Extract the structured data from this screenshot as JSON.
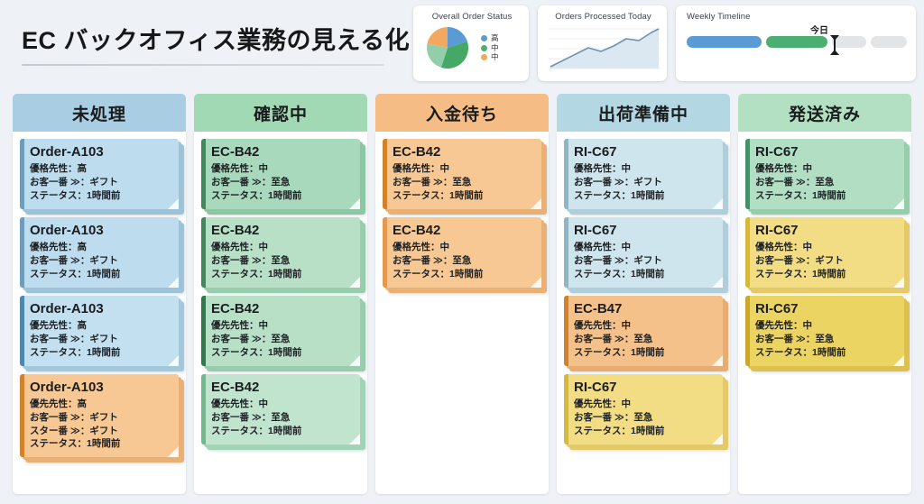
{
  "header": {
    "title": "EC バックオフィス業務の見える化"
  },
  "widgets": {
    "order_status": {
      "title": "Overall Order Status",
      "legend": [
        {
          "label": "高",
          "color": "#5b9bd5"
        },
        {
          "label": "中",
          "color": "#4caf72"
        },
        {
          "label": "中",
          "color": "#f0a95a"
        }
      ]
    },
    "orders_today": {
      "title": "Orders Processed Today"
    },
    "timeline": {
      "title": "Weekly Timeline",
      "today_label": "今日",
      "segments": [
        {
          "color": "#5b9bd5",
          "width": 83
        },
        {
          "color": "#4caf72",
          "width": 69
        },
        {
          "color": "#e2e4e6",
          "width": 38
        },
        {
          "color": "#e2e4e6",
          "width": 40
        }
      ]
    }
  },
  "chart_data": [
    {
      "type": "pie",
      "title": "Overall Order Status",
      "labels": [
        "高",
        "中",
        "中",
        "中"
      ],
      "values": [
        28,
        30,
        25,
        17
      ],
      "colors": [
        "#5b9bd5",
        "#45a864",
        "#93ceaa",
        "#f3a košt"
      ],
      "legend_position": "right"
    },
    {
      "type": "area",
      "title": "Orders Processed Today",
      "x": [
        0,
        1,
        2,
        3,
        4,
        5,
        6,
        7,
        8,
        9
      ],
      "values": [
        4,
        14,
        26,
        38,
        30,
        40,
        56,
        70,
        64,
        86
      ],
      "xlabel": "",
      "ylabel": "",
      "ylim": [
        0,
        100
      ],
      "grid": true,
      "line_color": "#6a93b4",
      "fill_color": "#dbe8f2"
    }
  ],
  "board": {
    "columns": [
      {
        "title": "未処理",
        "header_color": "#a9cde3",
        "cards": [
          {
            "title": "Order-A103",
            "lines": [
              "優格先性：高",
              "お客一番 ≫：ギフト",
              "ステータス：1時間前"
            ],
            "bg": "#bddcee",
            "edge": "#6f9cb8",
            "stack": "#9cc3d8"
          },
          {
            "title": "Order-A103",
            "lines": [
              "優格先性：高",
              "お客一番 ≫：ギフト",
              "ステータス：1時間前"
            ],
            "bg": "#bddcee",
            "edge": "#6f9cb8",
            "stack": "#9cc3d8"
          },
          {
            "title": "Order-A103",
            "lines": [
              "優先先性：高",
              "お客一番 ≫：ギフト",
              "ステータス：1時間前"
            ],
            "bg": "#c3e0f0",
            "edge": "#4f87ac",
            "stack": "#a2c8dc"
          },
          {
            "title": "Order-A103",
            "lines": [
              "優先先性：高",
              "お客一番 ≫：ギフト",
              "スター番 ≫：ギフト",
              "ステータス：1時間前"
            ],
            "bg": "#f7c893",
            "edge": "#d4812c",
            "stack": "#e8b075"
          }
        ]
      },
      {
        "title": "確認中",
        "header_color": "#a2d9b5",
        "cards": [
          {
            "title": "EC-B42",
            "lines": [
              "優格先性：中",
              "お客一番 ≫：至急",
              "ステータス：1時間前"
            ],
            "bg": "#a9d9bc",
            "edge": "#3f8a5c",
            "stack": "#8cc6a3"
          },
          {
            "title": "EC-B42",
            "lines": [
              "優格先性：中",
              "お客一番 ≫：至急",
              "ステータス：1時間前"
            ],
            "bg": "#b7e0c7",
            "edge": "#3f8a5c",
            "stack": "#97cdac"
          },
          {
            "title": "EC-B42",
            "lines": [
              "優先先性：中",
              "お客一番 ≫：至急",
              "ステータス：1時間前"
            ],
            "bg": "#b7e0c7",
            "edge": "#2f7a4d",
            "stack": "#97cdac"
          },
          {
            "title": "EC-B42",
            "lines": [
              "優先先性：中",
              "お客一番 ≫：至急",
              "ステータス：1時間前"
            ],
            "bg": "#c0e4ce",
            "edge": "#6fb98d",
            "stack": "#a3d3b6"
          }
        ]
      },
      {
        "title": "入金待ち",
        "header_color": "#f5bd85",
        "cards": [
          {
            "title": "EC-B42",
            "lines": [
              "優格先性：中",
              "お客一番 ≫：至急",
              "ステータス：1時間前"
            ],
            "bg": "#f7c893",
            "edge": "#d4812c",
            "stack": "#e8b075"
          },
          {
            "title": "EC-B42",
            "lines": [
              "優格先性：中",
              "お客一番 ≫：至急",
              "ステータス：1時間前"
            ],
            "bg": "#f7c893",
            "edge": "#e39a4f",
            "stack": "#e8b075"
          }
        ]
      },
      {
        "title": "出荷準備中",
        "header_color": "#b4d8e3",
        "cards": [
          {
            "title": "RI-C67",
            "lines": [
              "優格先性：中",
              "お客一番 ≫：ギフト",
              "ステータス：1時間前"
            ],
            "bg": "#cfe5ee",
            "edge": "#8fb6c6",
            "stack": "#b0ceda"
          },
          {
            "title": "RI-C67",
            "lines": [
              "優格先性：中",
              "お客一番 ≫：ギフト",
              "ステータス：1時間前"
            ],
            "bg": "#cfe5ee",
            "edge": "#8fb6c6",
            "stack": "#b0ceda"
          },
          {
            "title": "EC-B47",
            "lines": [
              "優先先性：中",
              "お客一番 ≫：至急",
              "ステータス：1時間前"
            ],
            "bg": "#f5c18a",
            "edge": "#d4812c",
            "stack": "#e6ac70"
          },
          {
            "title": "RI-C67",
            "lines": [
              "優先先性：中",
              "お客一番 ≫：至急",
              "ステータス：1時間前"
            ],
            "bg": "#f2dd84",
            "edge": "#d6b93c",
            "stack": "#e3ca66"
          }
        ]
      },
      {
        "title": "発送済み",
        "header_color": "#b3e0c2",
        "cards": [
          {
            "title": "RI-C67",
            "lines": [
              "優格先性：中",
              "お客一番 ≫：至急",
              "ステータス：1時間前"
            ],
            "bg": "#b2dfc4",
            "edge": "#46906a",
            "stack": "#96cdab"
          },
          {
            "title": "RI-C67",
            "lines": [
              "優格先性：中",
              "お客一番 ≫：ギフト",
              "ステータス：1時間前"
            ],
            "bg": "#f2dd84",
            "edge": "#d6b93c",
            "stack": "#e3ca66"
          },
          {
            "title": "RI-C67",
            "lines": [
              "優先先性：中",
              "お客一番 ≫：至急",
              "ステータス：1時間前"
            ],
            "bg": "#ecd463",
            "edge": "#c9a92a",
            "stack": "#dcc24c"
          }
        ]
      }
    ]
  }
}
